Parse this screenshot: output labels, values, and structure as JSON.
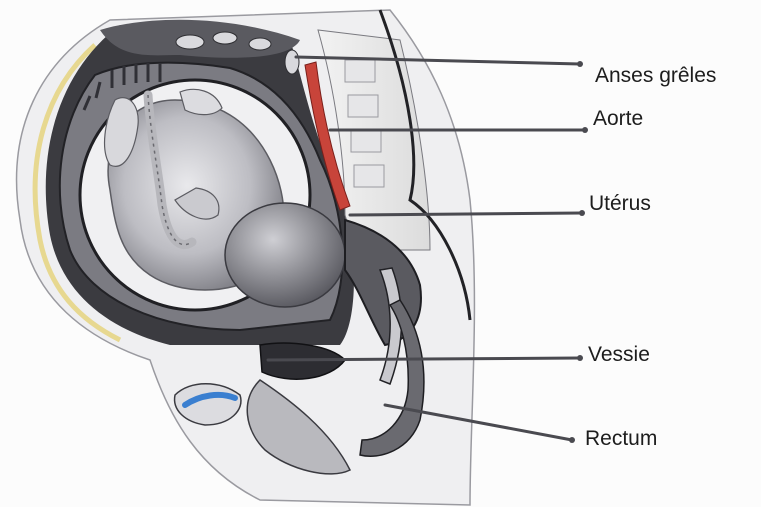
{
  "diagram": {
    "labels": {
      "anses_greles": "Anses grêles",
      "aorte": "Aorte",
      "uterus": "Utérus",
      "vessie": "Vessie",
      "rectum": "Rectum"
    }
  },
  "colors": {
    "background": "#fcfcfc",
    "skin": "#eeeef0",
    "fetus_light": "#d2d2d6",
    "fetus_dark": "#6e6e74",
    "uterine_wall": "#3a3a3e",
    "aorta": "#c8443a",
    "bladder_accent": "#3a7fd0",
    "leader_line": "#4a4a50"
  }
}
